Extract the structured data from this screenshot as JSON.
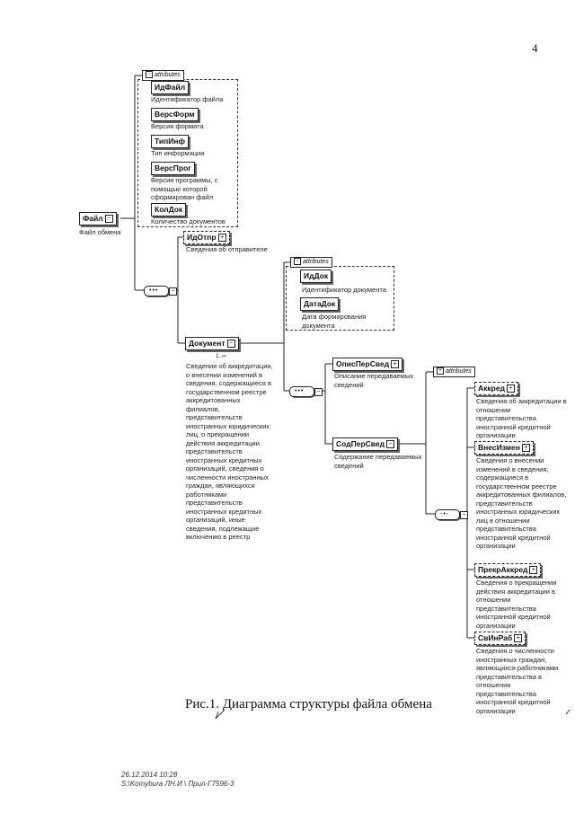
{
  "page_number": "4",
  "root": {
    "name": "Файл",
    "desc": "Файл обмена"
  },
  "root_attributes": {
    "header": "attributes",
    "items": [
      {
        "name": "ИдФайл",
        "desc": "Идентификатор файла"
      },
      {
        "name": "ВерсФорм",
        "desc": "Версия формата"
      },
      {
        "name": "ТипИнф",
        "desc": "Тип информации"
      },
      {
        "name": "ВерсПрог",
        "desc": "Версия программы, с помощью которой сформирован файл"
      },
      {
        "name": "КолДок",
        "desc": "Количество документов"
      }
    ]
  },
  "sender": {
    "name": "ИдОтпр",
    "desc": "Сведения об отправителе"
  },
  "document": {
    "name": "Документ",
    "cardinality": "1..∞",
    "desc": "Сведения об аккредитации, о внесении изменений в сведения, содержащиеся в государственном реестре аккредитованных филиалов, представительств иностранных юридических лиц, о прекращении действия аккредитации представительств иностранных кредитных организаций, сведения о численности иностранных граждан, являющихся работниками представительств иностранных кредитных организаций, иные сведения, подлежащие включению в реестр"
  },
  "doc_attributes": {
    "header": "attributes",
    "items": [
      {
        "name": "ИдДок",
        "desc": "Идентификатор документа"
      },
      {
        "name": "ДатаДок",
        "desc": "Дата формирования документа"
      }
    ]
  },
  "opis": {
    "name": "ОписПерСвед",
    "desc": "Описание передаваемых сведений"
  },
  "sod": {
    "name": "СодПерСвед",
    "desc": "Содержание передаваемых сведений"
  },
  "sod_attributes": {
    "header": "attributes"
  },
  "choices": [
    {
      "name": "Аккред",
      "desc": "Сведения об аккредитации в отношении представительства иностранной кредитной организации"
    },
    {
      "name": "ВнесИзмен",
      "desc": "Сведения о внесении изменений в сведения, содержащиеся в государственном реестре аккредитованных филиалов, представительств иностранных юридических лиц в отношении представительства иностранной кредитной организации"
    },
    {
      "name": "ПрекрАккред",
      "desc": "Сведения о прекращении действия аккредитации в отношении представительства иностранной кредитной организации"
    },
    {
      "name": "СвИнРаб",
      "desc": "Сведения о численности иностранных граждан, являющихся работниками представительства в отношении представительства иностранной кредитной организации"
    }
  ],
  "caption": "Рис.1. Диаграмма структуры файла обмена",
  "footer": {
    "line1": "26.12.2014 10:28",
    "line2": "S:\\Komybura ЛН.И \\ Прил-Г7596-3"
  }
}
